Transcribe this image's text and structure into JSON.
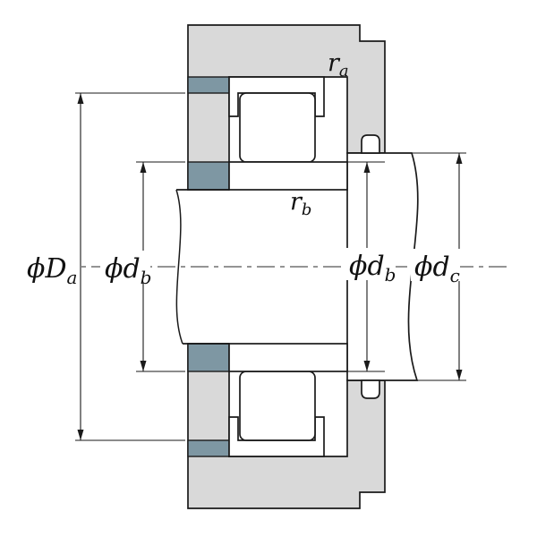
{
  "drawing": {
    "labels": {
      "Da": {
        "main": "ϕD",
        "sub": "a"
      },
      "db_left": {
        "main": "ϕd",
        "sub": "b"
      },
      "db_right": {
        "main": "ϕd",
        "sub": "b"
      },
      "dc": {
        "main": "ϕd",
        "sub": "c"
      },
      "ra": {
        "main": "r",
        "sub": "a"
      },
      "rb": {
        "main": "r",
        "sub": "b"
      }
    },
    "colors": {
      "housing_fill": "#d9d9d9",
      "spacer_fill": "#7e97a3",
      "line": "#1a1a1a",
      "background": "#ffffff"
    }
  }
}
